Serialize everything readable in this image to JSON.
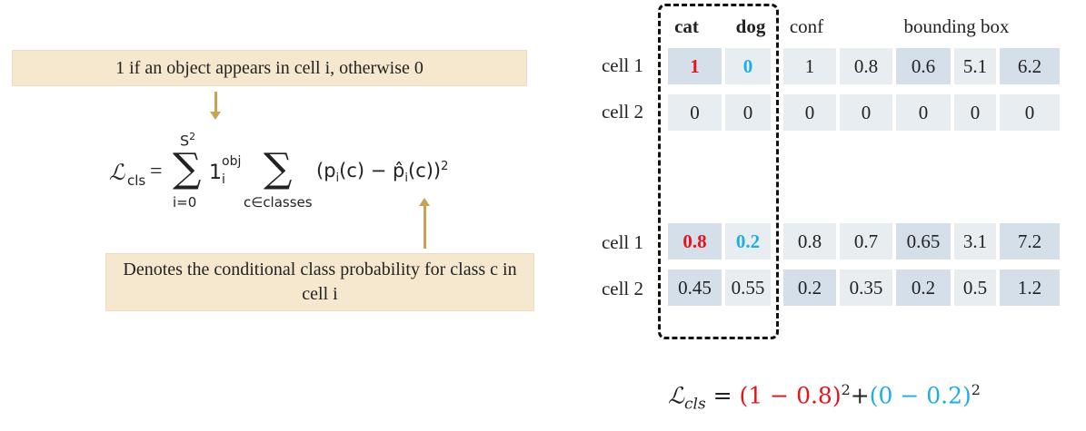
{
  "left": {
    "top_note": "1 if an object appears in cell i, otherwise 0",
    "bottom_note": "Denotes the conditional class probability for class c in cell i",
    "formula": {
      "lhs": "ℒ",
      "lhs_sub": "cls",
      "equals": "=",
      "sigma": "∑",
      "sum1_upper": "S",
      "sum1_upper_sup": "2",
      "sum1_lower": "i=0",
      "indicator": "1",
      "indicator_sup": "obj",
      "indicator_sub": "i",
      "sum2_lower": "c∈classes",
      "term": "(p",
      "term_sub": "i",
      "term_mid": "(c) − p̂",
      "term_sub2": "i",
      "term_end": "(c))",
      "term_sup": "2"
    }
  },
  "table": {
    "headers": {
      "cat": "cat",
      "dog": "dog",
      "conf": "conf",
      "bbox": "bounding box"
    },
    "top_rows": [
      {
        "label": "cell 1",
        "values": [
          "1",
          "0",
          "1",
          "0.8",
          "0.6",
          "5.1",
          "6.2"
        ]
      },
      {
        "label": "cell 2",
        "values": [
          "0",
          "0",
          "0",
          "0",
          "0",
          "0",
          "0"
        ]
      }
    ],
    "bottom_rows": [
      {
        "label": "cell 1",
        "values": [
          "0.8",
          "0.2",
          "0.8",
          "0.7",
          "0.65",
          "3.1",
          "7.2"
        ]
      },
      {
        "label": "cell 2",
        "values": [
          "0.45",
          "0.55",
          "0.2",
          "0.35",
          "0.2",
          "0.5",
          "1.2"
        ]
      }
    ]
  },
  "bottom_equation": {
    "lhs": "ℒ",
    "lhs_sub": "cls",
    "equals": " = ",
    "p1_open": "(",
    "p1_a": "1",
    "p1_op": " − ",
    "p1_b": "0.8",
    "p1_close": ")",
    "p1_sup": "2",
    "plus": "+",
    "p2_open": "(",
    "p2_a": "0",
    "p2_op": " − ",
    "p2_b": "0.2",
    "p2_close": ")",
    "p2_sup": "2"
  },
  "colors": {
    "red": "#e5141c",
    "blue": "#1eaee0",
    "cell_dark": "#d5dfe9",
    "cell_light": "#e8edf2",
    "note_bg": "#f6e8cf",
    "arrow": "#c8a356"
  }
}
